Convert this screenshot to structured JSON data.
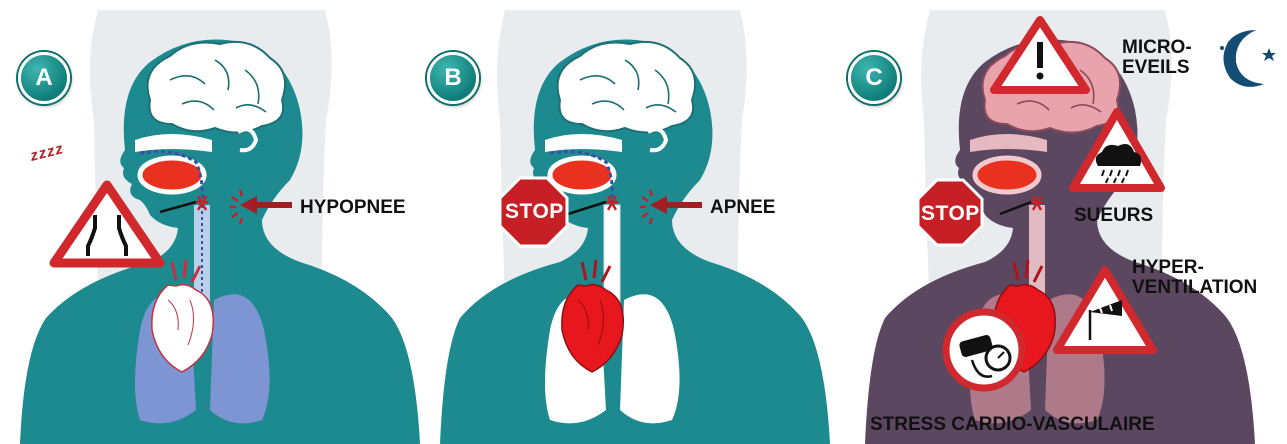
{
  "panels": [
    {
      "letter": "A",
      "label": "HYPOPNEE"
    },
    {
      "letter": "B",
      "label": "APNEE"
    },
    {
      "letter": "C"
    }
  ],
  "snore_text": "zzzz",
  "stop_sign": "STOP",
  "panel_c": {
    "micro_eveils": "MICRO-\nEVEILS",
    "sueurs": "SUEURS",
    "hyperventilation": "HYPER-\nVENTILATION",
    "stress": "STRESS CARDIO-VASCULAIRE"
  },
  "colors": {
    "body_teal": "#1d8a8f",
    "body_purple": "#5b4860",
    "badge_teal": "#12807c",
    "stop_red": "#c61f26",
    "warning_red": "#d0282c",
    "lung_blue": "#8f97e0",
    "lung_pink": "#c98a96",
    "airway_blue": "#3b4fa8"
  },
  "icons": [
    "narrowing-road-icon",
    "stop-sign-icon",
    "warning-exclamation-icon",
    "moon-icon",
    "rain-cloud-icon",
    "windsock-icon",
    "blood-pressure-cuff-icon",
    "heart-icon",
    "brain-icon",
    "lungs-icon",
    "obstruction-arrow-icon"
  ]
}
